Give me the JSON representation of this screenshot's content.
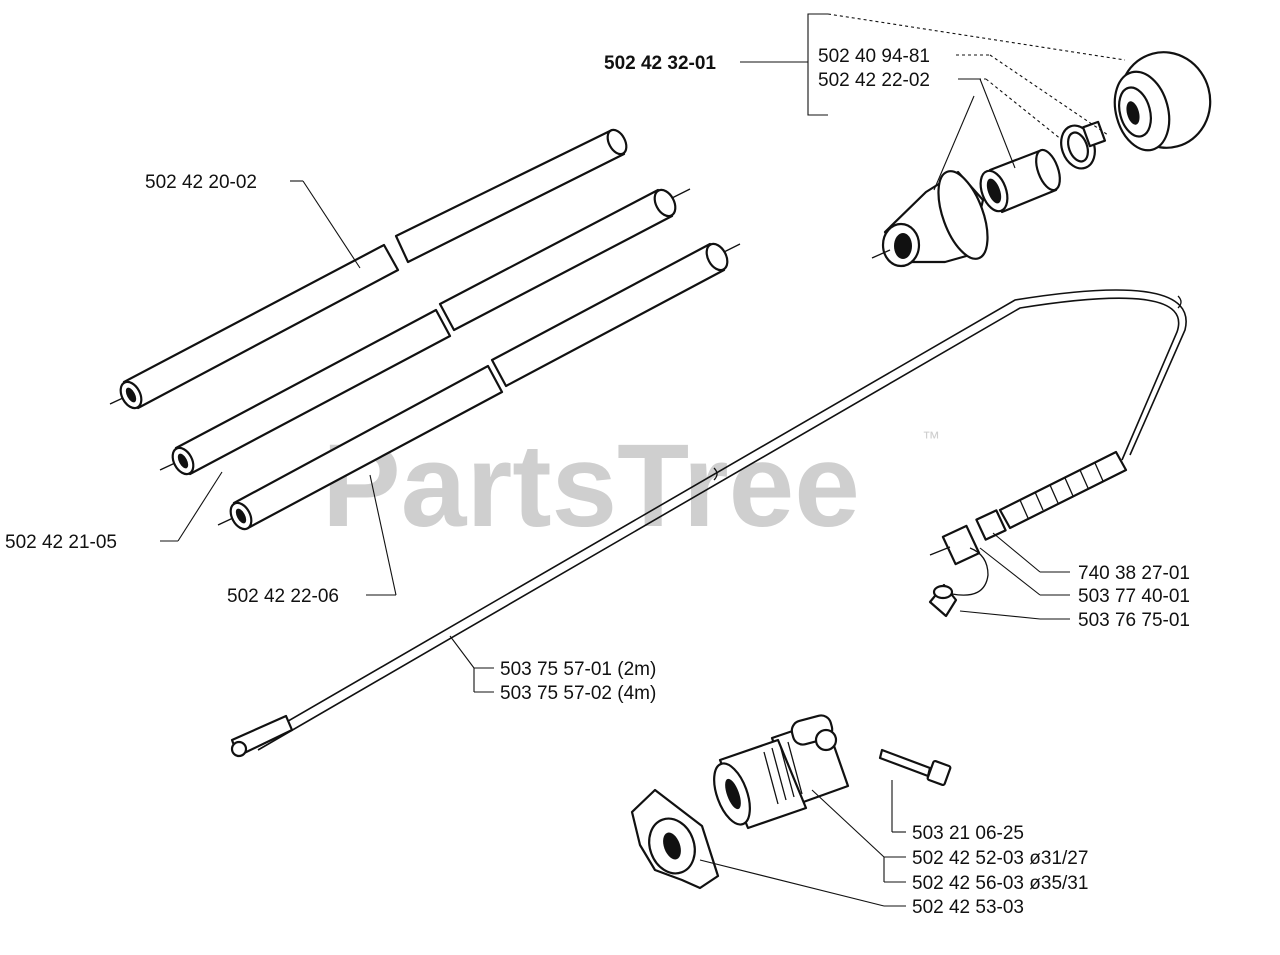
{
  "watermark": {
    "text": "PartsTree",
    "trademark": "™"
  },
  "labels": {
    "assembly": "502 42 32-01",
    "cap": "502 40 94-81",
    "coupling_sleeve": "502 42 22-02",
    "tube_upper": "502 42 20-02",
    "tube_middle": "502 42 21-05",
    "tube_lower": "502 42 22-06",
    "cable_2m": "503 75 57-01 (2m)",
    "cable_4m": "503 75 57-02 (4m)",
    "fitting": "740 38 27-01",
    "nut": "503 77 40-01",
    "protective_cap": "503 76 75-01",
    "screw": "503 21 06-25",
    "clamp_31": "502 42 52-03 ø31/27",
    "clamp_35": "502 42 56-03 ø35/31",
    "knob": "502 42 53-03"
  },
  "colors": {
    "line": "#111111",
    "watermark": "#cfcfcf",
    "background": "#ffffff"
  }
}
